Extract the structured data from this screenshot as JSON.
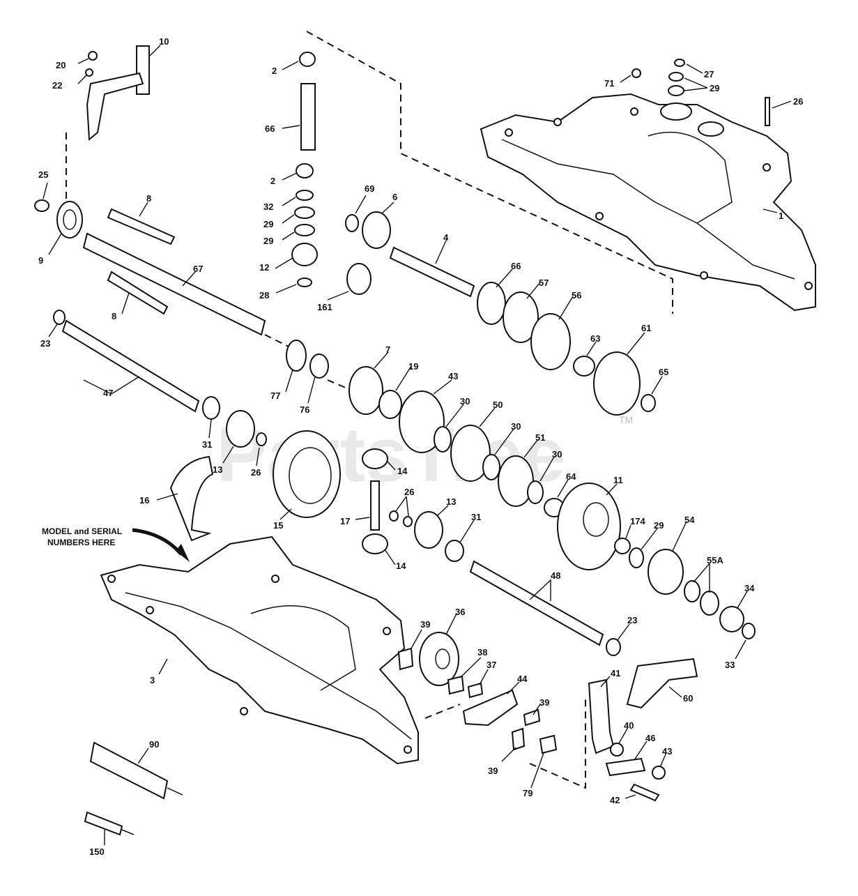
{
  "diagram": {
    "watermark": "PartsTree",
    "watermark_mark": "TM",
    "note_line1": "MODEL and SERIAL",
    "note_line2": "NUMBERS HERE",
    "callouts": [
      "20",
      "10",
      "22",
      "2",
      "71",
      "27",
      "29",
      "26",
      "66",
      "25",
      "8",
      "2",
      "32",
      "29",
      "29",
      "69",
      "6",
      "1",
      "9",
      "67",
      "4",
      "12",
      "28",
      "161",
      "66",
      "57",
      "56",
      "8",
      "23",
      "7",
      "19",
      "43",
      "63",
      "61",
      "65",
      "77",
      "76",
      "47",
      "30",
      "50",
      "31",
      "30",
      "13",
      "26",
      "14",
      "51",
      "30",
      "64",
      "11",
      "16",
      "15",
      "17",
      "26",
      "13",
      "31",
      "174",
      "29",
      "54",
      "14",
      "55A",
      "48",
      "34",
      "36",
      "23",
      "33",
      "39",
      "3",
      "38",
      "37",
      "44",
      "41",
      "60",
      "39",
      "40",
      "46",
      "43",
      "90",
      "39",
      "79",
      "42",
      "150"
    ]
  }
}
